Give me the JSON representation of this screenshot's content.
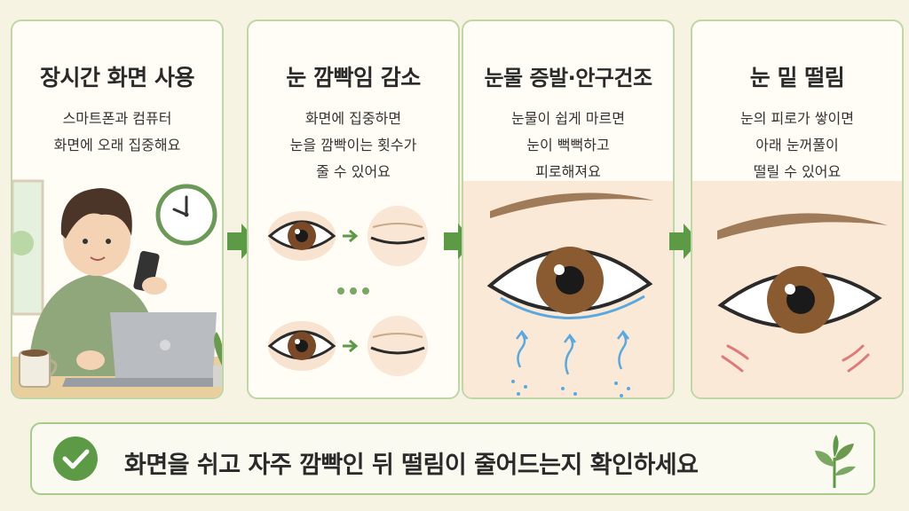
{
  "panels": [
    {
      "title": "장시간 화면 사용",
      "desc": [
        "스마트폰과 컴퓨터",
        "화면에 오래 집중해요"
      ]
    },
    {
      "title": "눈 깜빡임 감소",
      "desc": [
        "화면에 집중하면",
        "눈을 깜빡이는 횟수가",
        "줄 수 있어요"
      ]
    },
    {
      "title": "눈물 증발·안구건조",
      "desc": [
        "눈물이 쉽게 마르면",
        "눈이 뻑뻑하고",
        "피로해져요"
      ]
    },
    {
      "title": "눈 밑 떨림",
      "desc": [
        "눈의 피로가 쌓이면",
        "아래 눈꺼풀이",
        "떨릴 수 있어요"
      ]
    }
  ],
  "footer": {
    "message": "화면을 쉬고 자주 깜빡인 뒤 떨림이 줄어드는지 확인하세요"
  },
  "colors": {
    "accent_green": "#5d9a45",
    "panel_border": "#bfd6a6",
    "background": "#f7f3e3",
    "tear_blue": "#5aa8e0",
    "twitch_red": "#e07a7a"
  }
}
